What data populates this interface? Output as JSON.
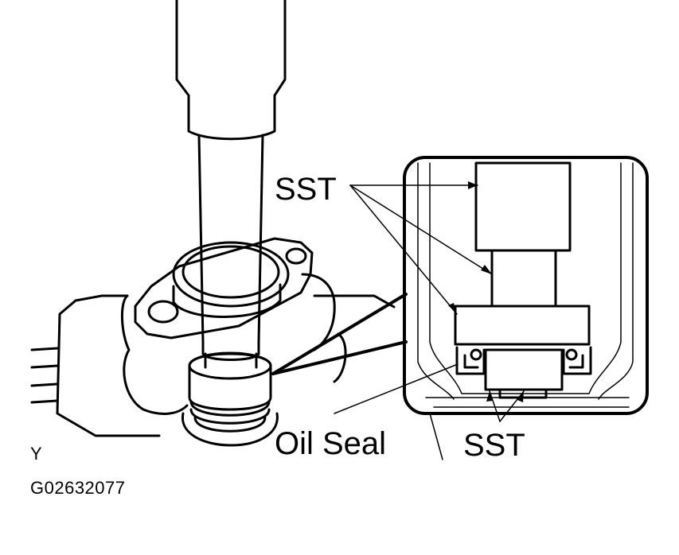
{
  "labels": {
    "sst_top": "SST",
    "sst_bottom": "SST",
    "oil_seal": "Oil Seal",
    "view_code": "Y",
    "figure_id": "G02632077"
  },
  "colors": {
    "ink": "#000000",
    "paper": "#ffffff"
  }
}
